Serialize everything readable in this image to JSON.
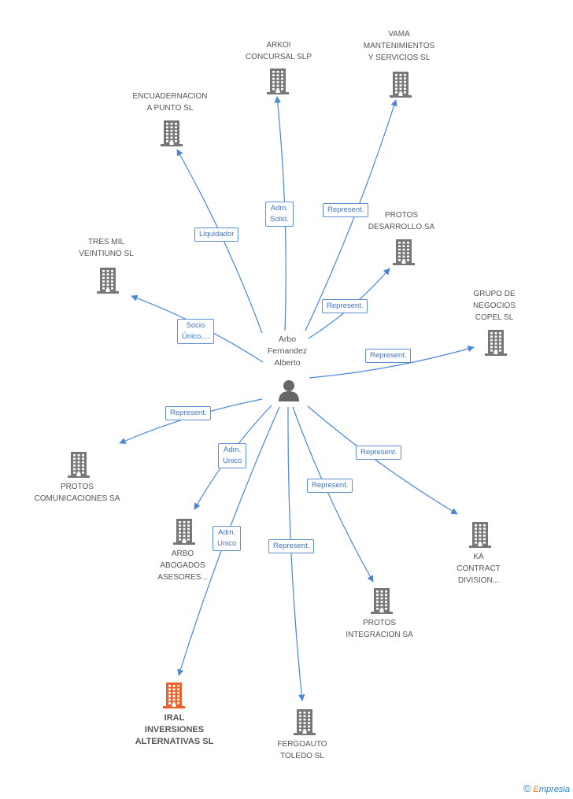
{
  "center": {
    "name": "Arbo\nFernandez\nAlberto",
    "icon": "person-icon"
  },
  "colors": {
    "edge": "#4a86d8",
    "building": "#777777",
    "highlight": "#f0612a",
    "label_border": "#5b8fd6"
  },
  "nodes": [
    {
      "id": "arkoi",
      "label": "ARKOI\nCONCURSAL SLP",
      "relation": "Adm.\nSolid.",
      "highlight": false
    },
    {
      "id": "vama",
      "label": "VAMA\nMANTENIMIENTOS\nY SERVICIOS SL",
      "relation": "Represent.",
      "highlight": false
    },
    {
      "id": "encuadernacion",
      "label": "ENCUADERNACION\nA PUNTO SL",
      "relation": "Liquidador",
      "highlight": false
    },
    {
      "id": "protos-desarrollo",
      "label": "PROTOS\nDESARROLLO SA",
      "relation": "Represent.",
      "highlight": false
    },
    {
      "id": "tres-mil",
      "label": "TRES MIL\nVEINTIUNO SL",
      "relation": "Socio\nÚnico,...",
      "highlight": false
    },
    {
      "id": "grupo-copel",
      "label": "GRUPO DE\nNEGOCIOS\nCOPEL SL",
      "relation": "Represent.",
      "highlight": false
    },
    {
      "id": "protos-comunicaciones",
      "label": "PROTOS\nCOMUNICACIONES SA",
      "relation": "Represent.",
      "highlight": false
    },
    {
      "id": "arbo-abogados",
      "label": "ARBO\nABOGADOS\nASESORES...",
      "relation": "Adm.\nUnico",
      "highlight": false
    },
    {
      "id": "ka-contract",
      "label": "KA\nCONTRACT\nDIVISION...",
      "relation": "Represent.",
      "highlight": false
    },
    {
      "id": "protos-integracion",
      "label": "PROTOS\nINTEGRACION SA",
      "relation": "Represent.",
      "highlight": false
    },
    {
      "id": "iral",
      "label": "IRAL\nINVERSIONES\nALTERNATIVAS SL",
      "relation": "Adm.\nUnico",
      "highlight": true
    },
    {
      "id": "fergoauto",
      "label": "FERGOAUTO\nTOLEDO SL",
      "relation": "Represent.",
      "highlight": false
    }
  ],
  "footer": {
    "copyright": "©",
    "brand_e": "E",
    "brand_rest": "mpresia"
  }
}
